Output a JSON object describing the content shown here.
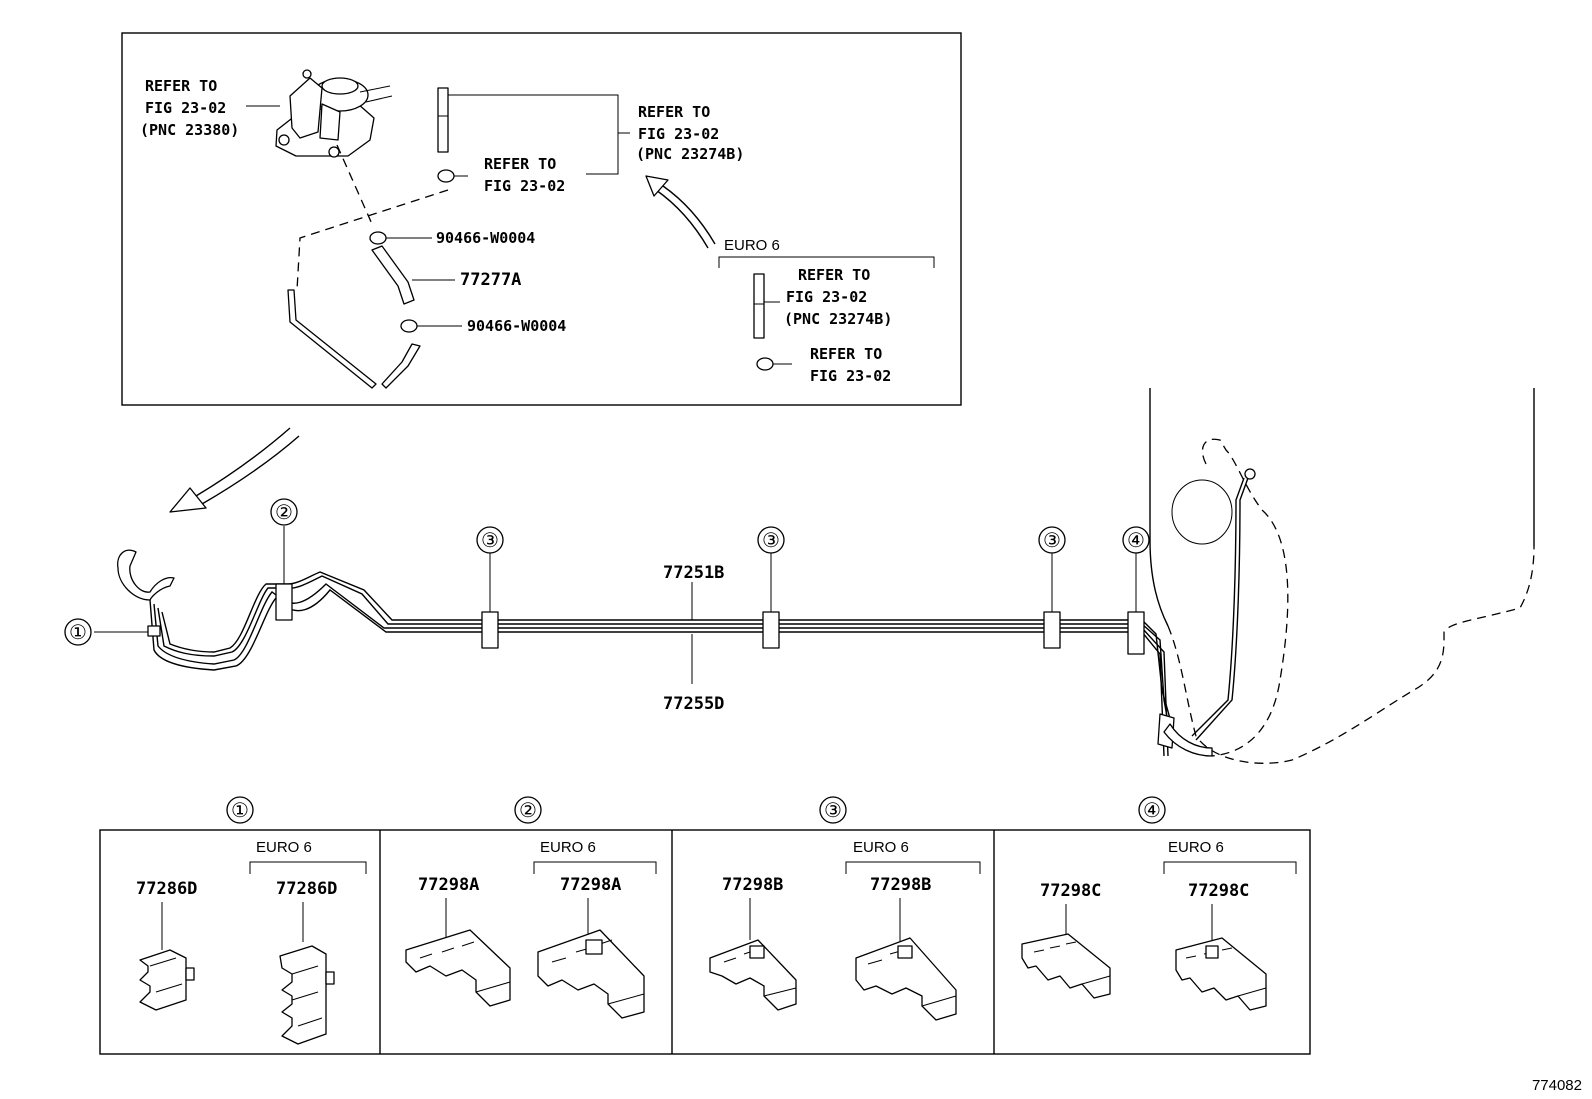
{
  "inset": {
    "refer_pump": [
      "REFER TO",
      "FIG 23-02",
      "(PNC 23380)"
    ],
    "refer_upper": [
      "REFER TO",
      "FIG 23-02",
      "(PNC 23274B)"
    ],
    "refer_clip": [
      "REFER TO",
      "FIG 23-02"
    ],
    "clamp_upper": "90466-W0004",
    "clamp_lower": "90466-W0004",
    "hose": "77277A",
    "euro6_label": "EURO 6",
    "refer_euro6_pipe": [
      "REFER TO",
      "FIG 23-02",
      "(PNC 23274B)"
    ],
    "refer_euro6_clip": [
      "REFER TO",
      "FIG 23-02"
    ]
  },
  "main": {
    "callouts": [
      "①",
      "②",
      "③",
      "③",
      "③",
      "④"
    ],
    "pipe_upper": "77251B",
    "pipe_lower": "77255D"
  },
  "clamp_table": [
    {
      "callout": "①",
      "std": "77286D",
      "euro6_label": "EURO 6",
      "euro6": "77286D"
    },
    {
      "callout": "②",
      "std": "77298A",
      "euro6_label": "EURO 6",
      "euro6": "77298A"
    },
    {
      "callout": "③",
      "std": "77298B",
      "euro6_label": "EURO 6",
      "euro6": "77298B"
    },
    {
      "callout": "④",
      "std": "77298C",
      "euro6_label": "EURO 6",
      "euro6": "77298C"
    }
  ],
  "figure_id": "774082"
}
